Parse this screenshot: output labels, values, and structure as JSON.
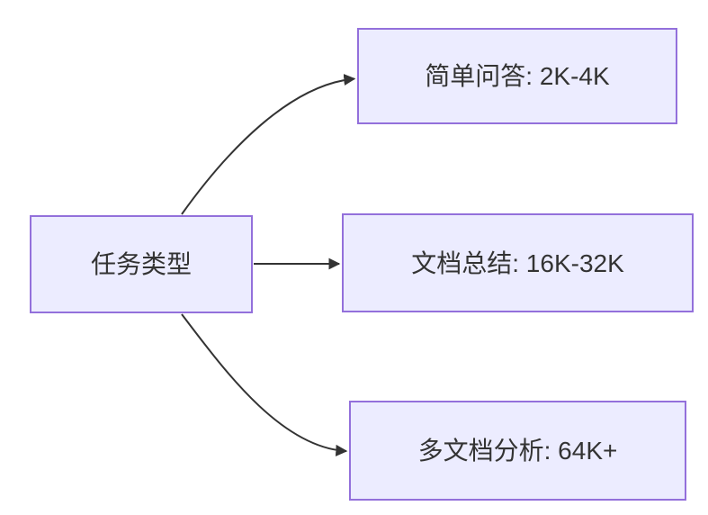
{
  "diagram": {
    "type": "flowchart",
    "direction": "left-to-right",
    "colors": {
      "background": "#ffffff",
      "node_fill": "#ECECFF",
      "node_border": "#9370DB",
      "edge": "#333333",
      "text": "#333333"
    },
    "nodes": [
      {
        "id": "task-type",
        "label": "任务类型"
      },
      {
        "id": "simple-qa",
        "label": "简单问答: 2K-4K"
      },
      {
        "id": "doc-summary",
        "label": "文档总结: 16K-32K"
      },
      {
        "id": "multi-doc-analysis",
        "label": "多文档分析: 64K+"
      }
    ],
    "edges": [
      {
        "from": "task-type",
        "to": "simple-qa"
      },
      {
        "from": "task-type",
        "to": "doc-summary"
      },
      {
        "from": "task-type",
        "to": "multi-doc-analysis"
      }
    ]
  }
}
